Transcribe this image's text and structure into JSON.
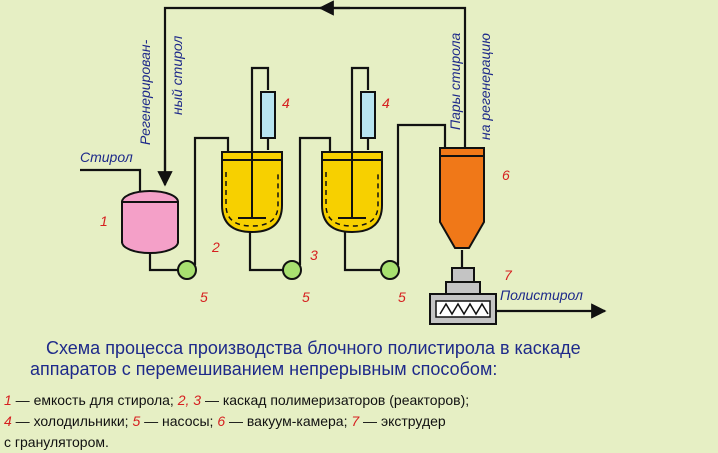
{
  "labels": {
    "styrene": "Стирол",
    "regen_1": "Регенерирован-",
    "regen_2": "ный стирол",
    "vapors_1": "Пары стирола",
    "vapors_2": "на регенерацию",
    "polystyrene": "Полистирол"
  },
  "numbers": {
    "n1": "1",
    "n2": "2",
    "n3": "3",
    "n4a": "4",
    "n4b": "4",
    "n5a": "5",
    "n5b": "5",
    "n5c": "5",
    "n6": "6",
    "n7": "7"
  },
  "caption": {
    "line1": "Схема процесса производства блочного полистирола в каскаде",
    "line2": "аппаратов с перемешиванием непрерывным способом:"
  },
  "legend": {
    "l1_n1": "1",
    "l1_t1": " — емкость для стирола; ",
    "l1_n2": "2, 3",
    "l1_t2": " — каскад полимеризаторов (реакторов);",
    "l2_n1": "4",
    "l2_t1": " — холодильники; ",
    "l2_n2": "5",
    "l2_t2": " — насосы; ",
    "l2_n3": "6",
    "l2_t3": " — вакуум-камера; ",
    "l2_n4": "7",
    "l2_t4": " — экструдер",
    "l3_t1": "с гранулятором."
  },
  "colors": {
    "background": "#e6efc4",
    "tank": "#f4a0c8",
    "reactor": "#f7d000",
    "cooler": "#b8e4f0",
    "vacuum": "#f07818",
    "pump": "#a8e070",
    "extruder": "#c4c4c4",
    "label_red": "#d62020",
    "label_blue": "#1e2a8a"
  }
}
